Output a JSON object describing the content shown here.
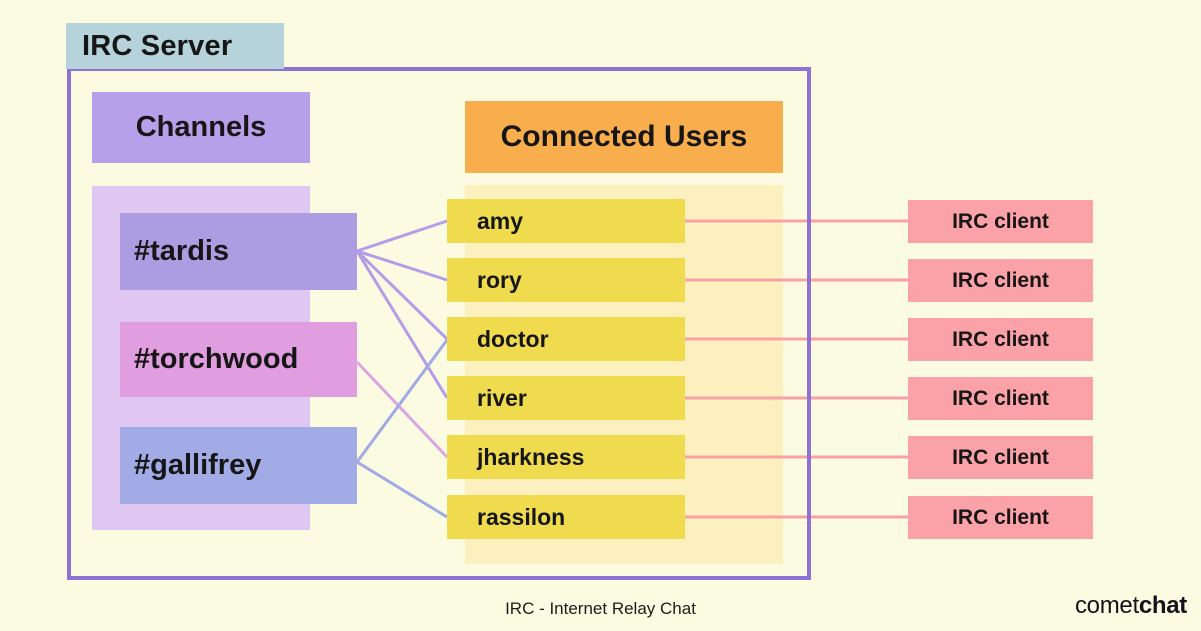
{
  "server_label": "IRC Server",
  "caption": "IRC - Internet Relay Chat",
  "logo": {
    "prefix": "comet",
    "suffix": "chat"
  },
  "channels": {
    "header": "Channels",
    "items": [
      {
        "label": "#tardis"
      },
      {
        "label": "#torchwood"
      },
      {
        "label": "#gallifrey"
      }
    ]
  },
  "users": {
    "header": "Connected Users",
    "items": [
      {
        "label": "amy"
      },
      {
        "label": "rory"
      },
      {
        "label": "doctor"
      },
      {
        "label": "river"
      },
      {
        "label": "jharkness"
      },
      {
        "label": "rassilon"
      }
    ]
  },
  "clients": {
    "label": "IRC client",
    "count": 6
  },
  "connections": {
    "channel_to_user": [
      {
        "from": "#tardis",
        "to": "amy"
      },
      {
        "from": "#tardis",
        "to": "rory"
      },
      {
        "from": "#tardis",
        "to": "doctor"
      },
      {
        "from": "#tardis",
        "to": "river"
      },
      {
        "from": "#torchwood",
        "to": "jharkness"
      },
      {
        "from": "#gallifrey",
        "to": "doctor"
      },
      {
        "from": "#gallifrey",
        "to": "rassilon"
      }
    ],
    "user_to_client": [
      {
        "from": "amy",
        "to": "IRC client"
      },
      {
        "from": "rory",
        "to": "IRC client"
      },
      {
        "from": "doctor",
        "to": "IRC client"
      },
      {
        "from": "river",
        "to": "IRC client"
      },
      {
        "from": "jharkness",
        "to": "IRC client"
      },
      {
        "from": "rassilon",
        "to": "IRC client"
      }
    ]
  },
  "colors": {
    "page_background": "#FBFBE1",
    "server_label_bg": "#B6D2DA",
    "outer_border": "#8D73D4",
    "channels_header_bg": "#B89FE9",
    "channels_column_bg": "#E0C7F1",
    "tardis_bg": "#AC9DE3",
    "torchwood_bg": "#E09EE0",
    "gallifrey_bg": "#A2ABE5",
    "users_header_bg": "#F8AE4C",
    "users_column_bg": "#FBF0BE",
    "user_box_bg": "#F0DA4D",
    "client_box_bg": "#FAA2A7",
    "wire_tardis": "#B59CE8",
    "wire_torchwood": "#DCA4E4",
    "wire_gallifrey": "#A0AAE4",
    "wire_client": "#F8A1A7",
    "text": "#161616"
  }
}
